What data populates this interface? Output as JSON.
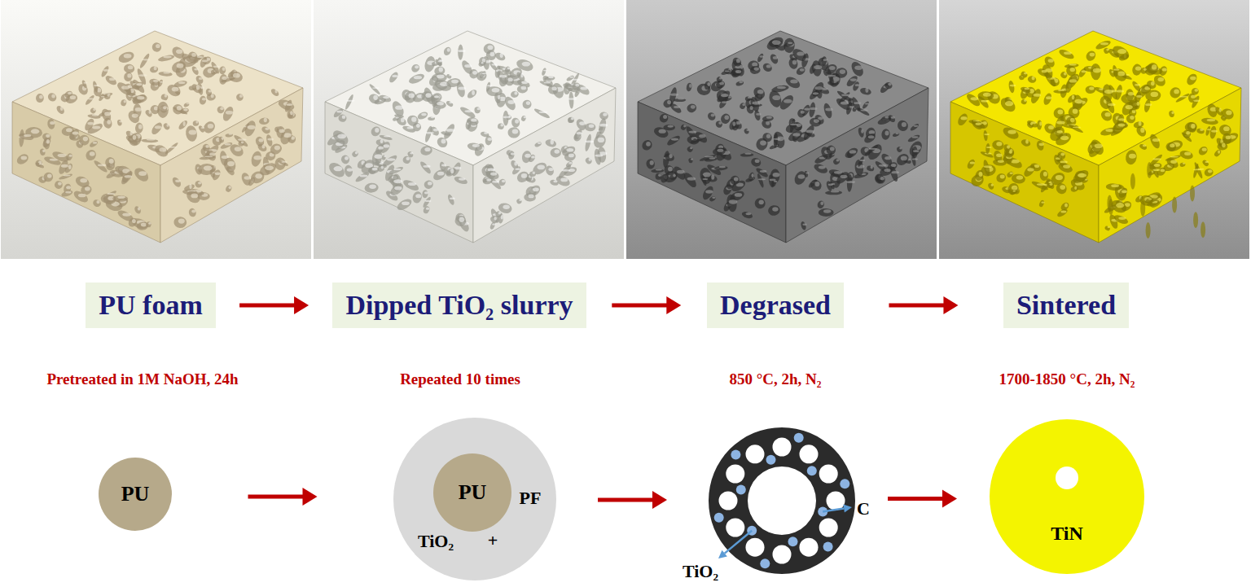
{
  "diagram": {
    "nodes": [
      {
        "text": [
          "PU foam"
        ]
      },
      {
        "text": [
          "Dipped TiO₂ slurry"
        ]
      },
      {
        "text": [
          "Degrased"
        ]
      },
      {
        "text": [
          "Sintered"
        ]
      },
      {
        "text": [
          "PU"
        ]
      },
      {
        "text": [
          "TiO₂",
          "+",
          "PF"
        ]
      },
      {
        "text": [
          "PU"
        ],
        "in": 5
      },
      {
        "text": [
          "TiO₂",
          "C"
        ]
      },
      {
        "text": [
          "TiN"
        ]
      }
    ],
    "edges": [
      {
        "from": 0,
        "to": 1,
        "arrow": "to"
      },
      {
        "from": 1,
        "to": 2,
        "arrow": "to"
      },
      {
        "from": 2,
        "to": 3,
        "arrow": "to"
      },
      {
        "from": 4,
        "to": 5,
        "arrow": "to"
      },
      {
        "from": 5,
        "to": 7,
        "arrow": "to"
      },
      {
        "from": 7,
        "to": 8,
        "arrow": "to"
      }
    ],
    "labels": [
      "Pretreated in 1M NaOH, 24h",
      "Repeated 10 times",
      "850 °C, 2h, N₂",
      "1700-1850 °C, 2h, N₂"
    ]
  }
}
